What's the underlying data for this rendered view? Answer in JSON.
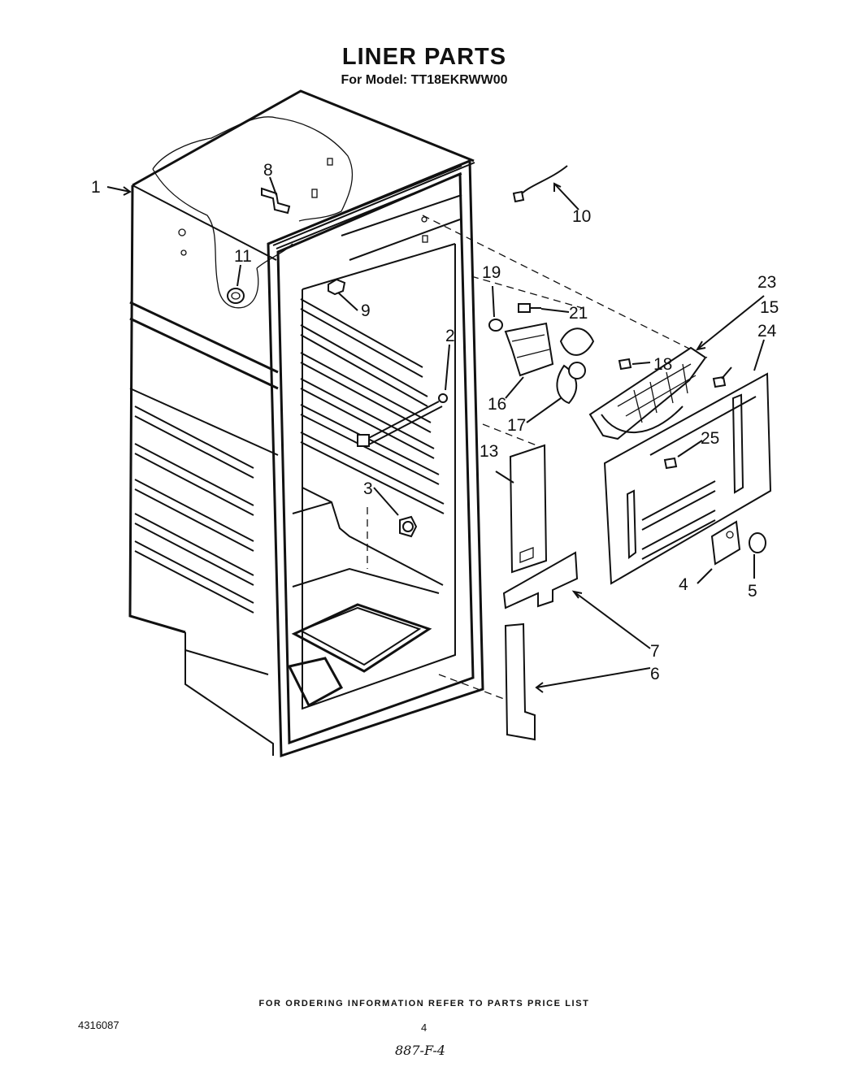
{
  "title": "LINER PARTS",
  "subtitle": "For Model: TT18EKRWW00",
  "callouts": [
    {
      "id": "c1",
      "label": "1"
    },
    {
      "id": "c2",
      "label": "2"
    },
    {
      "id": "c3",
      "label": "3"
    },
    {
      "id": "c4",
      "label": "4"
    },
    {
      "id": "c5",
      "label": "5"
    },
    {
      "id": "c6",
      "label": "6"
    },
    {
      "id": "c7",
      "label": "7"
    },
    {
      "id": "c8",
      "label": "8"
    },
    {
      "id": "c9",
      "label": "9"
    },
    {
      "id": "c10",
      "label": "10"
    },
    {
      "id": "c11",
      "label": "11"
    },
    {
      "id": "c13",
      "label": "13"
    },
    {
      "id": "c15",
      "label": "15"
    },
    {
      "id": "c16",
      "label": "16"
    },
    {
      "id": "c17",
      "label": "17"
    },
    {
      "id": "c18",
      "label": "18"
    },
    {
      "id": "c19",
      "label": "19"
    },
    {
      "id": "c21",
      "label": "21"
    },
    {
      "id": "c23",
      "label": "23"
    },
    {
      "id": "c24",
      "label": "24"
    },
    {
      "id": "c25",
      "label": "25"
    }
  ],
  "footer": {
    "ordering_note": "FOR ORDERING INFORMATION REFER TO PARTS PRICE LIST",
    "doc_number": "4316087",
    "page_number": "4",
    "handwritten_code": "887-F-4"
  }
}
